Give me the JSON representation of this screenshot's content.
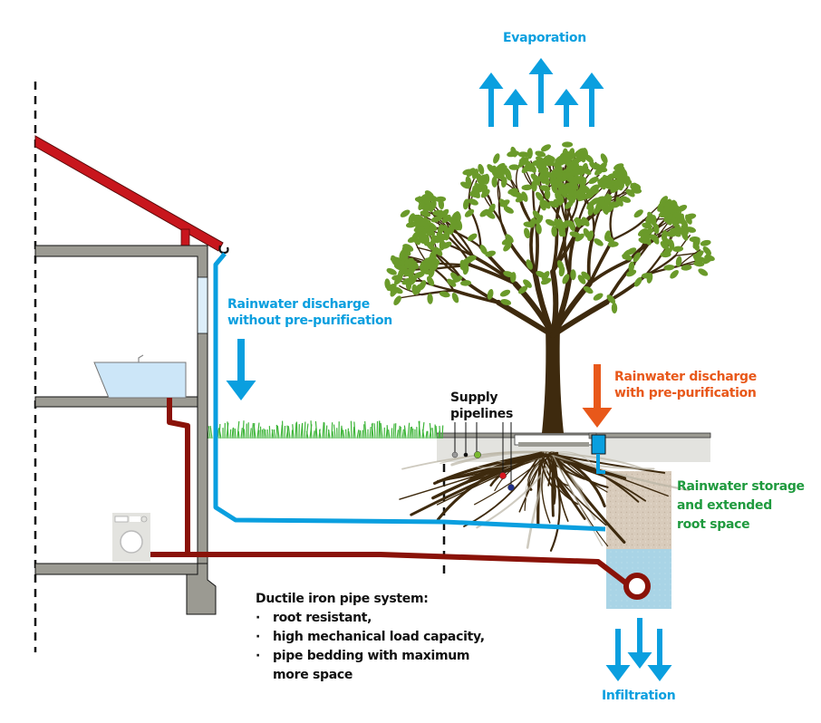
{
  "labels": {
    "evaporation": "Evaporation",
    "infiltration": "Infiltration",
    "discharge_without": [
      "Rainwater discharge",
      "without pre-purification"
    ],
    "discharge_with": [
      "Rainwater discharge",
      "with pre-purification"
    ],
    "supply_pipelines": [
      "Supply",
      "pipelines"
    ],
    "storage": [
      "Rainwater storage",
      "and extended",
      "root space"
    ],
    "ductile_title": "Ductile iron pipe system:",
    "ductile_points": [
      "root resistant,",
      "high mechanical load capacity,",
      "pipe bedding with maximum",
      "more space"
    ]
  },
  "colors": {
    "rain_blue": "#0a9fdf",
    "purified_orange": "#e8581a",
    "storage_green": "#1f9a3e",
    "roof_red": "#c8161d",
    "drain_pipe": "#8a1208",
    "wall_gray": "#9b9a92",
    "trunk_brown": "#3e2a0e",
    "leaf_green": "#6a9a2a",
    "storage_soil": "#d8cbbb",
    "storage_water": "#a9d4e6",
    "ground_gray": "#e3e3df",
    "supply_dots": [
      "#9a9a9a",
      "#111111",
      "#7ab830",
      "#d8161d",
      "#1f2f8a"
    ]
  }
}
